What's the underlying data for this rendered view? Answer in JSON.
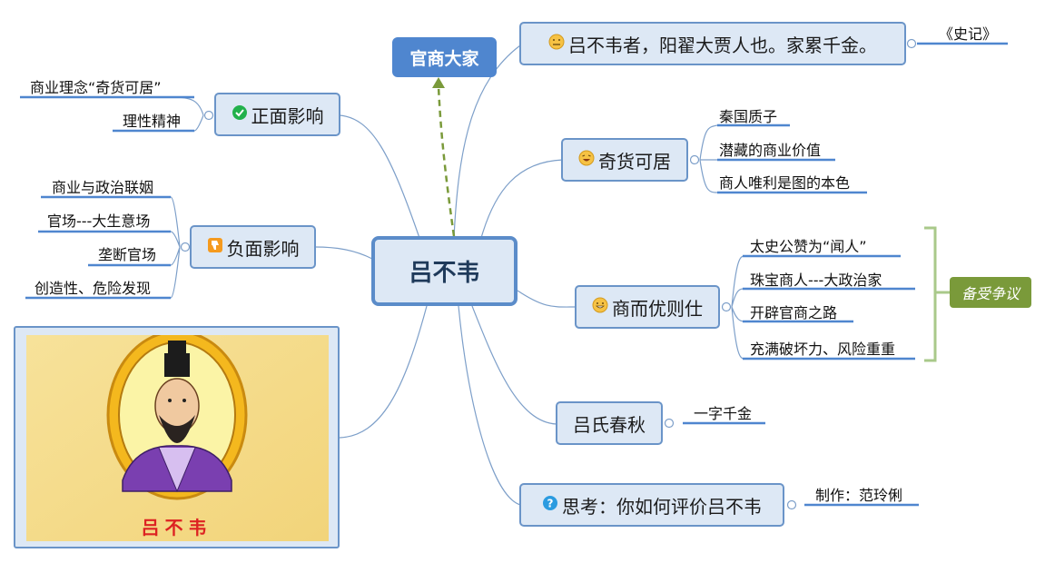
{
  "central": {
    "label": "吕不韦"
  },
  "floating": {
    "label": "官商大家"
  },
  "branches": {
    "quote": {
      "icon": "neutral-face-icon",
      "label": "吕不韦者，阳翟大贾人也。家累千金。",
      "leaves": [
        "《史记》"
      ]
    },
    "qihuo": {
      "icon": "laughing-face-icon",
      "label": "奇货可居",
      "leaves": [
        "秦国质子",
        "潜藏的商业价值",
        "商人唯利是图的本色"
      ]
    },
    "shang": {
      "icon": "grin-face-icon",
      "label": "商而优则仕",
      "leaves": [
        "太史公赞为“闻人”",
        "珠宝商人---大政治家",
        "开辟官商之路",
        "充满破坏力、风险重重"
      ]
    },
    "chunqiu": {
      "label": "吕氏春秋",
      "leaves": [
        "一字千金"
      ]
    },
    "think": {
      "icon": "question-icon",
      "label": "思考：你如何评价吕不韦",
      "leaves": [
        "制作：范玲俐"
      ]
    },
    "positive": {
      "icon": "check-icon",
      "label": "正面影响",
      "leaves": [
        "商业理念“奇货可居”",
        "理性精神"
      ]
    },
    "negative": {
      "icon": "thumbs-down-icon",
      "label": "负面影响",
      "leaves": [
        "商业与政治联姻",
        "官场---大生意场",
        "垄断官场",
        "创造性、危险发现"
      ]
    }
  },
  "bracket": {
    "label": "备受争议"
  },
  "portrait": {
    "caption": "吕不韦"
  },
  "colors": {
    "line": "#7d9fc9",
    "node_fill": "#dde8f5",
    "node_border": "#6a94c8",
    "accent": "#4f86cf",
    "bracket": "#a9c98a",
    "bracket_label": "#7a9a3a",
    "dashed_arrow": "#7a9a3a"
  }
}
